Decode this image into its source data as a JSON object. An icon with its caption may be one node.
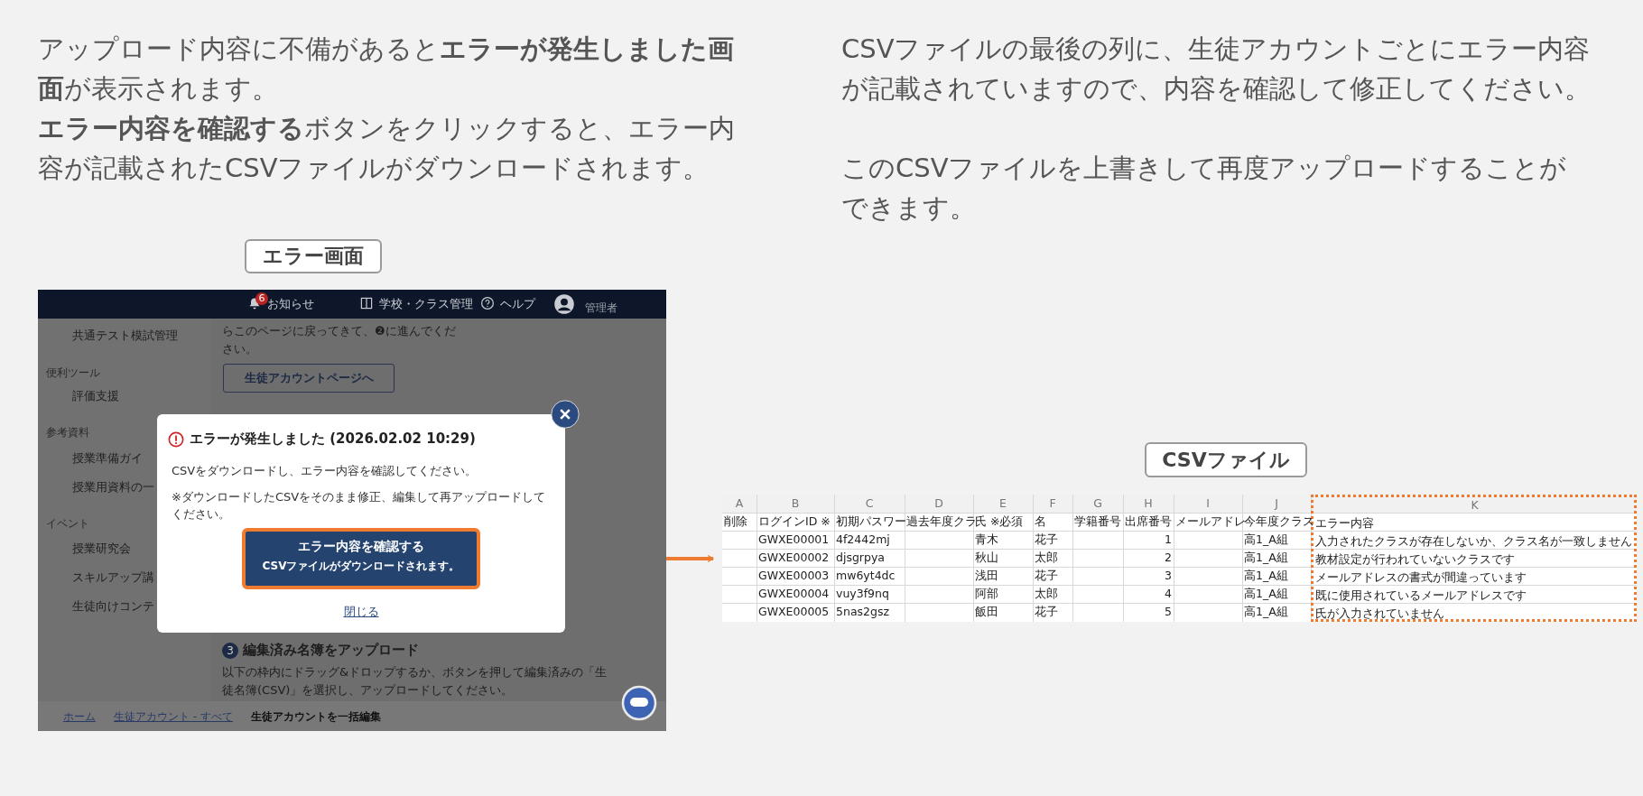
{
  "diagram": {
    "nodes": [
      {
        "text": [
          "エラー画面"
        ]
      },
      {
        "text": [
          "エラーが発生しました (2026.02.02 10:29)",
          "CSVをダウンロードし、エラー内容を確認してください。",
          "※ダウンロードしたCSVをそのまま修正、編集して再アップロードしてください。"
        ],
        "in": 0
      },
      {
        "text": [
          "エラー内容を確認する",
          "CSVファイルがダウンロードされます。"
        ],
        "in": 1
      },
      {
        "text": [
          "CSVファイル"
        ]
      },
      {
        "text": [
          "K",
          "エラー内容",
          "入力されたクラスが存在しないか、クラス名が一致しません",
          "教材設定が行われていないクラスです",
          "メールアドレスの書式が間違っています",
          "既に使用されているメールアドレスです",
          "氏が入力されていません"
        ],
        "in": 3
      }
    ],
    "edges": [
      {
        "from": 2,
        "to": 3,
        "arrow": "to",
        "color": "#ee7b30"
      }
    ],
    "labels": [
      "アップロード内容に不備があると**エラーが発生しました画面**が表示されます。",
      "**エラー内容を確認する**ボタンをクリックすると、エラー内容が記載されたCSVファイルがダウンロードされます。",
      "CSVファイルの最後の列に、生徒アカウントごとにエラー内容が記載されていますので、内容を確認して修正してください。",
      "このCSVファイルを上書きして再度アップロードすることができます。",
      "6",
      "お知らせ",
      "学校・クラス管理",
      "ヘルプ",
      "管理者",
      "共通テスト模試管理",
      "らこのページに戻ってきて、❷に進んでください。",
      "生徒アカウントページへ",
      "便利ツール",
      "評価支援",
      "参考資料",
      "授業準備ガイ",
      "授業用資料の一",
      "イベント",
      "授業研究会",
      "スキルアップ講",
      "生徒向けコンテ",
      "3",
      "編集済み名簿をアップロード",
      "以下の枠内にドラッグ&ドロップするか、ボタンを押して編集済みの「生徒名簿(CSV)」を選択し、アップロードしてください。",
      "閉じる",
      "ホーム",
      "生徒アカウント - すべて",
      "生徒アカウントを一括編集",
      "A",
      "B",
      "C",
      "D",
      "E",
      "F",
      "G",
      "H",
      "I",
      "J",
      "削除",
      "ログインID ※",
      "初期パスワー",
      "過去年度クラ",
      "氏 ※必須",
      "名",
      "学籍番号",
      "出席番号",
      "メールアドレ",
      "今年度クラス",
      "GWXE00001",
      "4f2442mj",
      "青木",
      "花子",
      "1",
      "高1_A組",
      "GWXE00002",
      "djsgrpya",
      "秋山",
      "太郎",
      "2",
      "高1_A組",
      "GWXE00003",
      "mw6yt4dc",
      "浅田",
      "花子",
      "3",
      "高1_A組",
      "GWXE00004",
      "vuy3f9nq",
      "阿部",
      "太郎",
      "4",
      "高1_A組",
      "GWXE00005",
      "5nas2gsz",
      "飯田",
      "花子",
      "5",
      "高1_A組"
    ]
  }
}
